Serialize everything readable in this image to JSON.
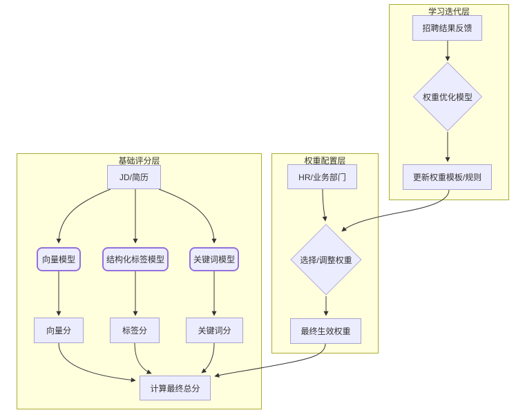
{
  "diagram_type": "flowchart",
  "groups": {
    "base": {
      "title": "基础评分层"
    },
    "weight": {
      "title": "权重配置层"
    },
    "learn": {
      "title": "学习迭代层"
    }
  },
  "nodes": {
    "jd": {
      "label": "JD/简历",
      "shape": "rect"
    },
    "vector_model": {
      "label": "向量模型",
      "shape": "rounded"
    },
    "label_model": {
      "label": "结构化标签模型",
      "shape": "rounded"
    },
    "keyword_model": {
      "label": "关键词模型",
      "shape": "rounded"
    },
    "vector_score": {
      "label": "向量分",
      "shape": "rect"
    },
    "label_score": {
      "label": "标签分",
      "shape": "rect"
    },
    "keyword_score": {
      "label": "关键词分",
      "shape": "rect"
    },
    "final_score": {
      "label": "计算最终总分",
      "shape": "rect"
    },
    "hr": {
      "label": "HR/业务部门",
      "shape": "rect"
    },
    "adjust": {
      "label": "选择/调整权重",
      "shape": "diamond"
    },
    "effective": {
      "label": "最终生效权重",
      "shape": "rect"
    },
    "feedback": {
      "label": "招聘结果反馈",
      "shape": "rect"
    },
    "optimize": {
      "label": "权重优化模型",
      "shape": "diamond"
    },
    "update": {
      "label": "更新权重模板/规则",
      "shape": "rect"
    }
  },
  "edges": [
    {
      "from": "JD/简历",
      "to": "向量模型"
    },
    {
      "from": "JD/简历",
      "to": "结构化标签模型"
    },
    {
      "from": "JD/简历",
      "to": "关键词模型"
    },
    {
      "from": "向量模型",
      "to": "向量分"
    },
    {
      "from": "结构化标签模型",
      "to": "标签分"
    },
    {
      "from": "关键词模型",
      "to": "关键词分"
    },
    {
      "from": "向量分",
      "to": "计算最终总分"
    },
    {
      "from": "标签分",
      "to": "计算最终总分"
    },
    {
      "from": "关键词分",
      "to": "计算最终总分"
    },
    {
      "from": "HR/业务部门",
      "to": "选择/调整权重"
    },
    {
      "from": "选择/调整权重",
      "to": "最终生效权重"
    },
    {
      "from": "最终生效权重",
      "to": "计算最终总分"
    },
    {
      "from": "招聘结果反馈",
      "to": "权重优化模型"
    },
    {
      "from": "权重优化模型",
      "to": "更新权重模板/规则"
    },
    {
      "from": "更新权重模板/规则",
      "to": "选择/调整权重"
    }
  ],
  "colors": {
    "group_fill": "#ffffde",
    "group_border": "#aaaa33",
    "node_fill": "#ececff",
    "node_border_strong": "#9370db",
    "node_border_light": "#a9a2cd",
    "edge": "#333333",
    "text": "#333333",
    "background": "#ffffff"
  }
}
